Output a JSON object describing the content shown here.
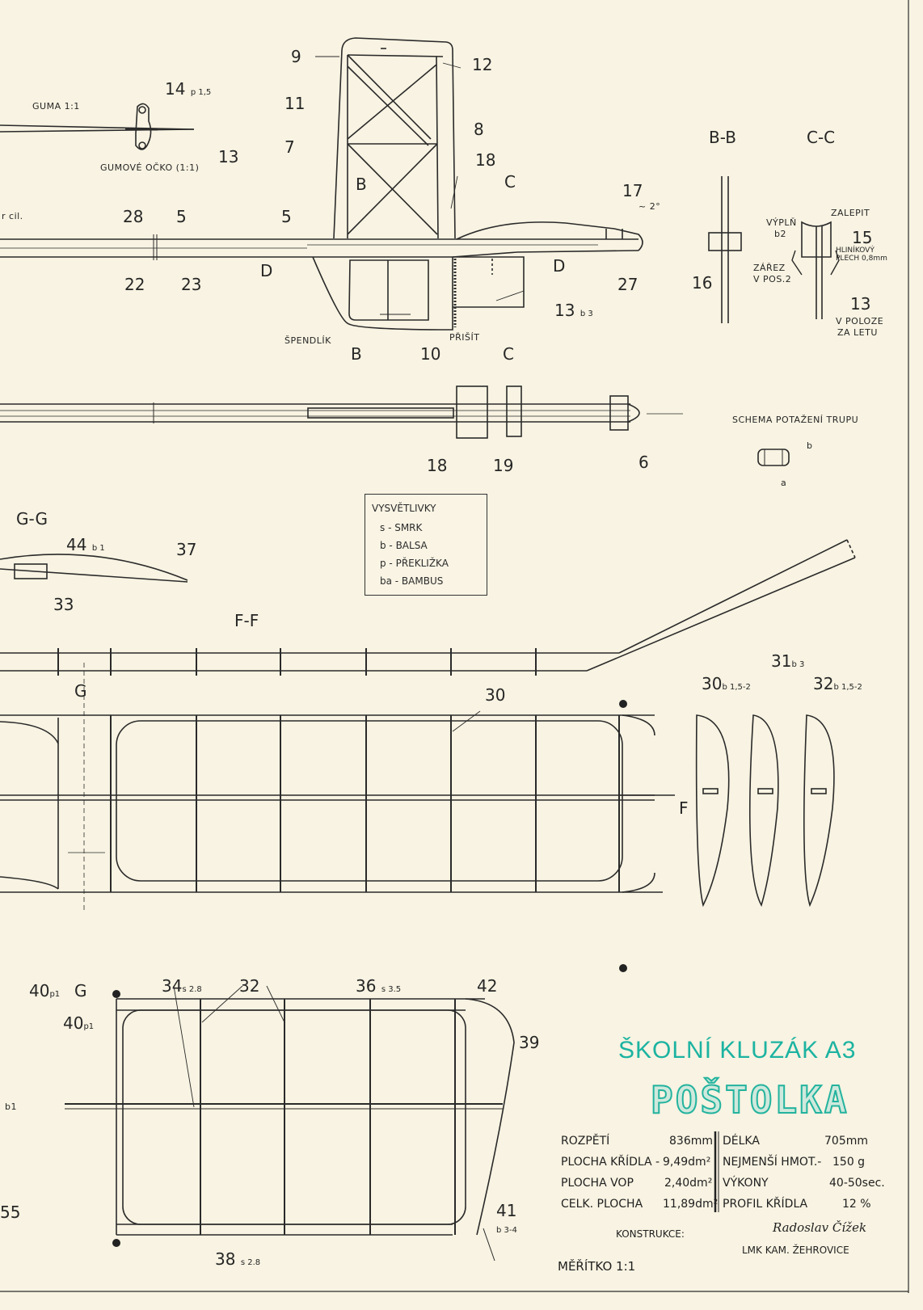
{
  "sections": {
    "bb": "B-B",
    "cc": "C-C",
    "gg": "G-G",
    "ff": "F-F",
    "b_top": "B",
    "b_bot": "B",
    "c_top": "C",
    "c_bot": "C",
    "d_left": "D",
    "d_right": "D",
    "g_top": "G",
    "g_bot": "G",
    "f_mark": "F"
  },
  "annotations": {
    "guma": "GUMA 1:1",
    "gumove": "GUMOVÉ OČKO (1:1)",
    "spendlik": "ŠPENDLÍK",
    "prisit": "PŘIŠÍT",
    "vyplnb2_a": "VÝPLŇ",
    "vyplnb2_b": "b2",
    "zalepit": "ZALEPIT",
    "zarez_a": "ZÁŘEZ",
    "zarez_b": "V POS.2",
    "hlinik_a": "HLINÍKOVÝ",
    "hlinik_b": "PLECH 0,8mm",
    "poloze_a": "V POLOZE",
    "poloze_b": "ZA LETU",
    "schema": "SCHEMA POTAŽENÍ TRUPU",
    "schema_a": "a",
    "schema_b": "b",
    "angle": "~ 2°",
    "left_cut": "r cil."
  },
  "parts": {
    "p9": "9",
    "p12": "12",
    "p11": "11",
    "p8": "8",
    "p7": "7",
    "p18a": "18",
    "p14": "14",
    "p14s": "p 1,5",
    "p13a": "13",
    "p28": "28",
    "p5a": "5",
    "p5b": "5",
    "p22": "22",
    "p23": "23",
    "p17": "17",
    "p27": "27",
    "p13b": "13",
    "p13bs": "b 3",
    "p10": "10",
    "p16": "16",
    "p15": "15",
    "p13c": "13",
    "p18b": "18",
    "p19": "19",
    "p6": "6",
    "p44": "44",
    "p44s": "b 1",
    "p37": "37",
    "p33": "33",
    "p30": "30",
    "p31": "31",
    "p31s": "b 3",
    "p30s": "b 1,5-2",
    "p32a": "32",
    "p32as": "b 1,5-2",
    "p30f": "30",
    "p40a": "40",
    "p40as": "p1",
    "p40b": "40",
    "p40bs": "p1",
    "p34": "34",
    "p34s": "s 2.8",
    "p32b": "32",
    "p36": "36",
    "p36s": "s 3.5",
    "p42": "42",
    "p39": "39",
    "p41": "41",
    "p41s": "b 3-4",
    "p38": "38",
    "p38s": "s 2.8",
    "edge_b1": "b1",
    "edge_55": "55"
  },
  "legend": {
    "title": "VYSVĚTLIVKY",
    "rows": [
      "s - SMRK",
      "b - BALSA",
      "p - PŘEKLIŽKA",
      "ba - BAMBUS"
    ]
  },
  "title": {
    "line1": "ŠKOLNÍ KLUZÁK A3",
    "line2": "POŠTOLKA"
  },
  "specs": {
    "r1l": "ROZPĚTÍ",
    "r1v": "836mm",
    "r1l2": "DÉLKA",
    "r1v2": "705mm",
    "r2l": "PLOCHA KŘÍDLA -",
    "r2v": "9,49dm²",
    "r2l2": "NEJMENŠÍ HMOT.-",
    "r2v2": "150 g",
    "r3l": "PLOCHA VOP",
    "r3v": "2,40dm²",
    "r3l2": "VÝKONY",
    "r3v2": "40-50sec.",
    "r4l": "CELK. PLOCHA",
    "r4v": "11,89dm²",
    "r4l2": "PROFIL KŘÍDLA",
    "r4v2": "12 %",
    "konstrukce": "KONSTRUKCE:",
    "signature": "Radoslav Čížek",
    "club": "LMK KAM. ŽEHROVICE",
    "scale": "MĚŘÍTKO 1:1"
  },
  "colors": {
    "ink": "#2a2a2a",
    "paper": "#f8f3e2",
    "accent": "#1cb3a1"
  }
}
